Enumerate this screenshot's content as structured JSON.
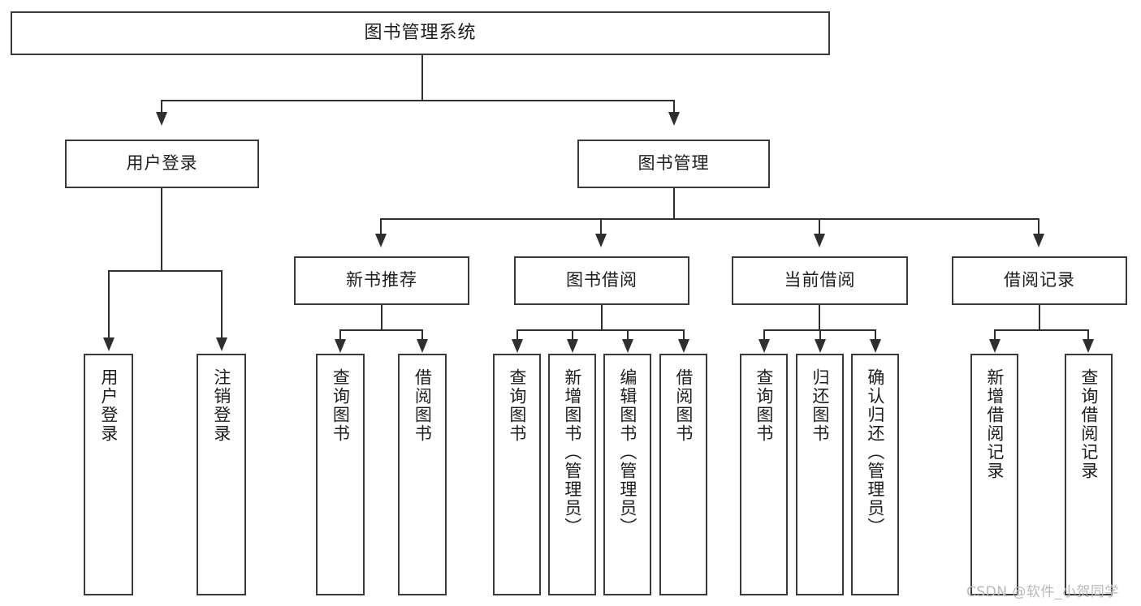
{
  "diagram": {
    "title": "图书管理系统",
    "type": "tree",
    "root": {
      "label": "图书管理系统"
    },
    "level2": [
      {
        "label": "用户登录"
      },
      {
        "label": "图书管理"
      }
    ],
    "level3": [
      {
        "label": "新书推荐"
      },
      {
        "label": "图书借阅"
      },
      {
        "label": "当前借阅"
      },
      {
        "label": "借阅记录"
      }
    ],
    "leaves": {
      "user_login": [
        {
          "label": "用户登录"
        },
        {
          "label": "注销登录"
        }
      ],
      "new_book_recommend": [
        {
          "label": "查询图书"
        },
        {
          "label": "借阅图书"
        }
      ],
      "book_borrow": [
        {
          "label": "查询图书"
        },
        {
          "label": "新增图书（管理员）"
        },
        {
          "label": "编辑图书（管理员）"
        },
        {
          "label": "借阅图书"
        }
      ],
      "current_borrow": [
        {
          "label": "查询图书"
        },
        {
          "label": "归还图书"
        },
        {
          "label": "确认归还（管理员）"
        }
      ],
      "borrow_record": [
        {
          "label": "新增借阅记录"
        },
        {
          "label": "查询借阅记录"
        }
      ]
    }
  },
  "watermark": {
    "text": "CSDN @软件_小贺同学"
  },
  "colors": {
    "border": "#3a3a3a",
    "connector": "#2f2f2f",
    "text": "#1d1d1d",
    "background": "#ffffff",
    "watermark": "#b9b9b9"
  }
}
